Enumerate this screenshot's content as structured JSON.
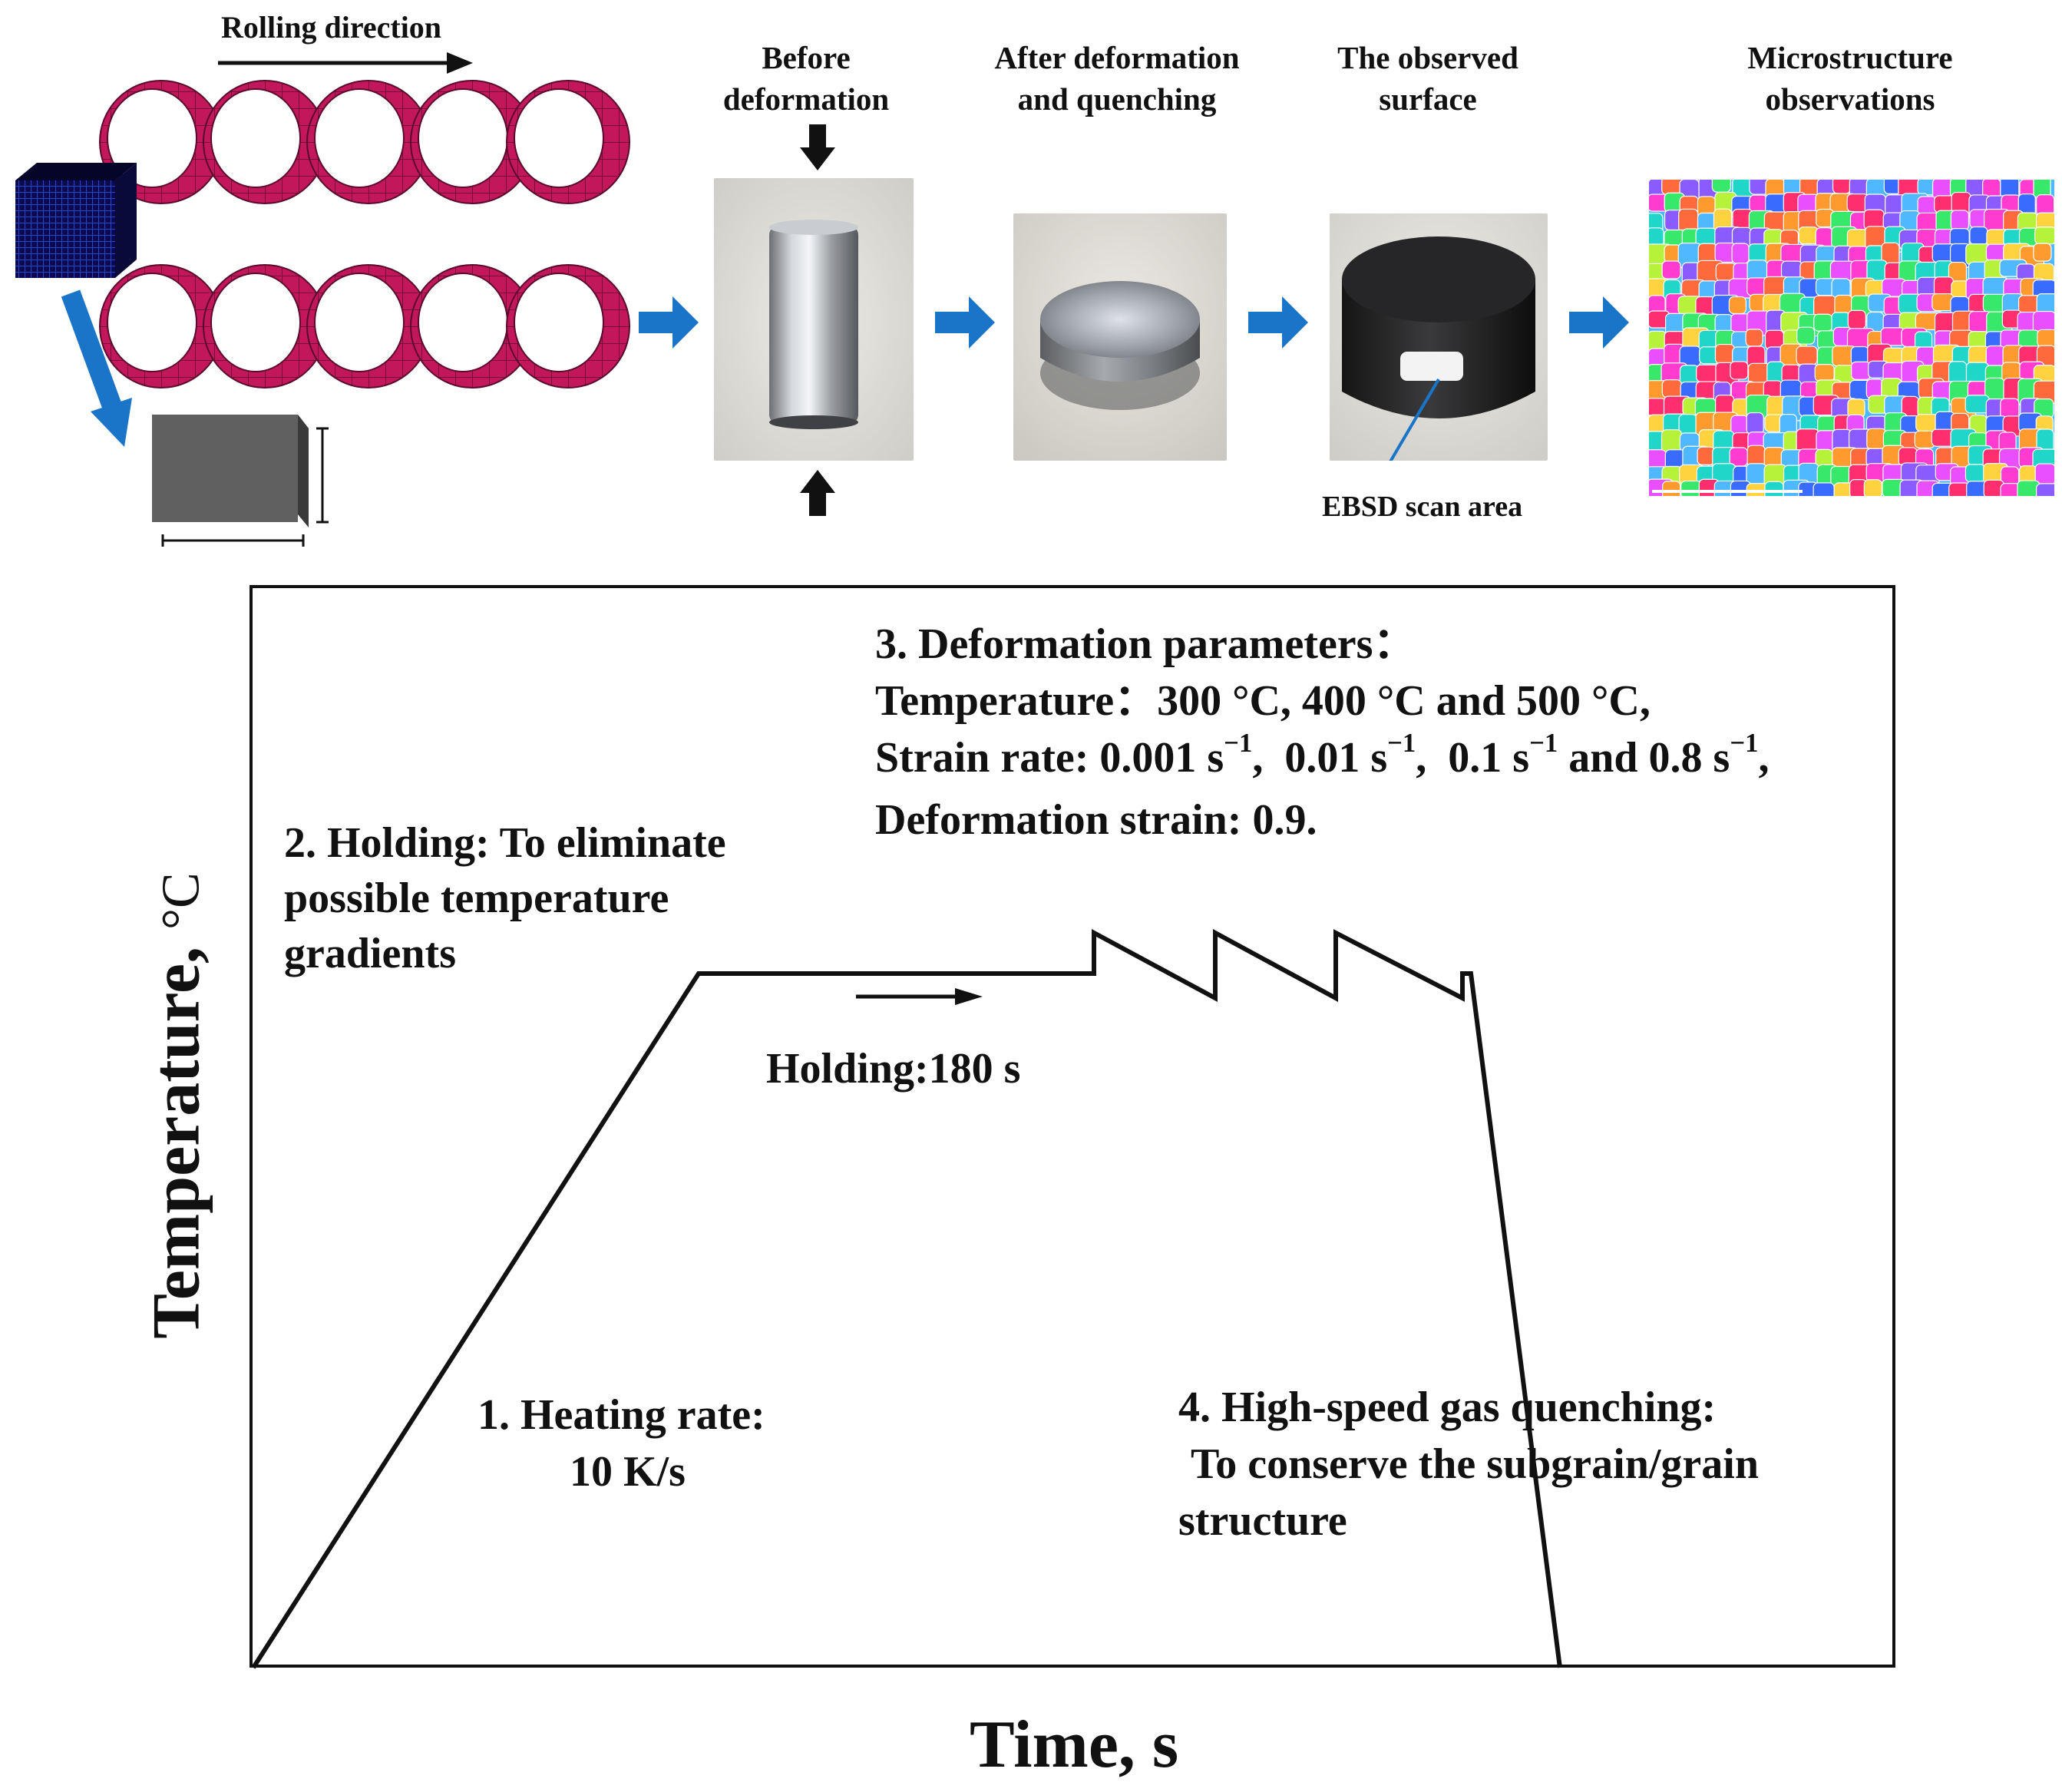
{
  "process": {
    "rolling_label": "Rolling direction",
    "steps": [
      {
        "label_line1": "Before",
        "label_line2": "deformation"
      },
      {
        "label_line1": "After deformation",
        "label_line2": "and quenching"
      },
      {
        "label_line1": "The observed",
        "label_line2": "surface"
      },
      {
        "label_line1": "Microstructure",
        "label_line2": "observations"
      }
    ],
    "ebsd_label": "EBSD scan area"
  },
  "chart": {
    "y_axis_title": "Temperature, ",
    "y_axis_unit": "°C",
    "x_axis_title": "Time, s",
    "deformation": {
      "title": "3. Deformation parameters：",
      "temperature": "Temperature：300 °C, 400 °C and 500 °C,",
      "strain_rate_prefix": "Strain rate: ",
      "strain_rates": [
        "0.001 s",
        "0.01 s",
        "0.1 s",
        "0.8 s"
      ],
      "strain_rate_exp": "−1",
      "strain": "Deformation strain: 0.9."
    },
    "holding": {
      "line1": "2. Holding: To eliminate",
      "line2": "possible temperature",
      "line3": "gradients",
      "time_label": "Holding:180 s"
    },
    "heating": {
      "line1": "1. Heating rate:",
      "line2": "10 K/s"
    },
    "quenching": {
      "line1": "4. High-speed gas quenching:",
      "line2": "To conserve the subgrain/grain",
      "line3": "structure"
    }
  },
  "colors": {
    "roll": "#c2185b",
    "arrow_blue": "#1a75c9",
    "line": "#111111"
  },
  "icons": [
    "flow-arrow-icon",
    "compression-arrow-icon",
    "rolling-arrow-icon"
  ]
}
